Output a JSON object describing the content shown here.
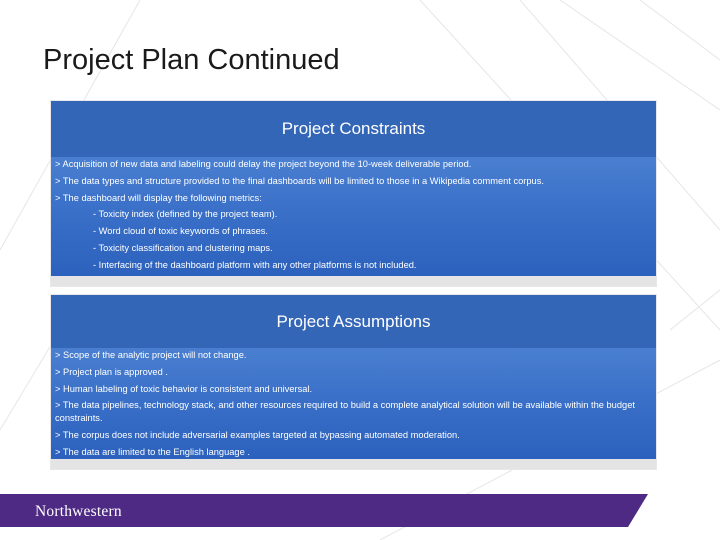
{
  "slide": {
    "title": "Project Plan Continued"
  },
  "constraints": {
    "heading": "Project Constraints",
    "lines": [
      "> Acquisition of new data and labeling could delay the project beyond the 10-week deliverable period.",
      "> The data types and structure provided to the final dashboards will be limited to those in a Wikipedia comment corpus.",
      "> The dashboard will display the following metrics:",
      "- Toxicity index (defined by the project team).",
      "- Word cloud of toxic keywords of phrases.",
      "- Toxicity classification and clustering maps.",
      "- Interfacing of the dashboard platform with any other platforms is not included."
    ]
  },
  "assumptions": {
    "heading": "Project Assumptions",
    "lines": [
      "> Scope of the analytic project will not change.",
      "> Project plan is approved .",
      "> Human labeling of toxic behavior is consistent and universal.",
      "> The data pipelines, technology stack, and other resources required to build a complete analytical solution will be available within the budget constraints.",
      "> The corpus does not include adversarial examples targeted at bypassing automated moderation.",
      "> The data are limited to the English language ."
    ]
  },
  "footer": {
    "logo_text": "Northwestern",
    "bar_color": "#4e2a84"
  },
  "colors": {
    "header_blue": "#3466b8",
    "body_blue": "#3a70c8"
  }
}
